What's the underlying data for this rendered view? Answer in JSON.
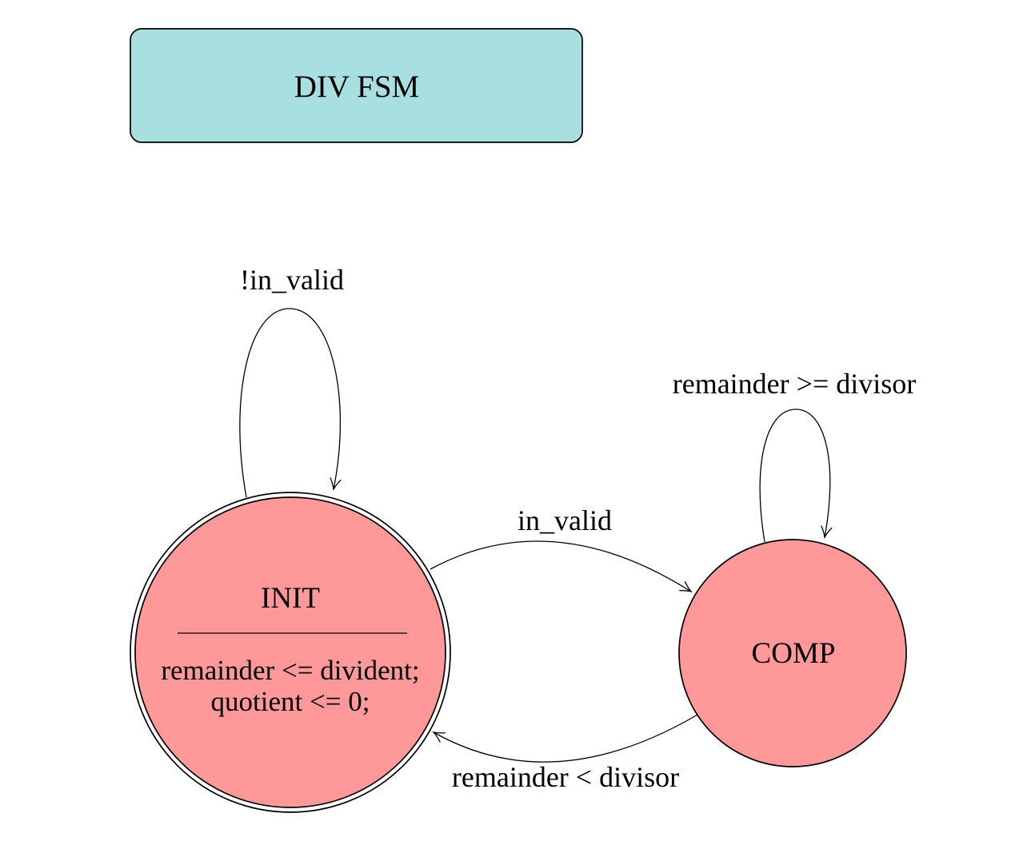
{
  "diagram": {
    "title": "DIV FSM",
    "states": [
      {
        "id": "init",
        "name": "INIT",
        "kind": "double-circle-initial",
        "actions": [
          "remainder <= divident;",
          "quotient <= 0;"
        ]
      },
      {
        "id": "comp",
        "name": "COMP",
        "kind": "circle",
        "actions": []
      }
    ],
    "transitions": [
      {
        "from": "INIT",
        "to": "INIT",
        "label": "!in_valid"
      },
      {
        "from": "INIT",
        "to": "COMP",
        "label": "in_valid"
      },
      {
        "from": "COMP",
        "to": "COMP",
        "label": "remainder >= divisor"
      },
      {
        "from": "COMP",
        "to": "INIT",
        "label": "remainder < divisor"
      }
    ]
  },
  "colors": {
    "state_fill": "#ff9999",
    "title_fill": "#a8dfe0",
    "stroke": "#000000",
    "background": "#ffffff"
  }
}
